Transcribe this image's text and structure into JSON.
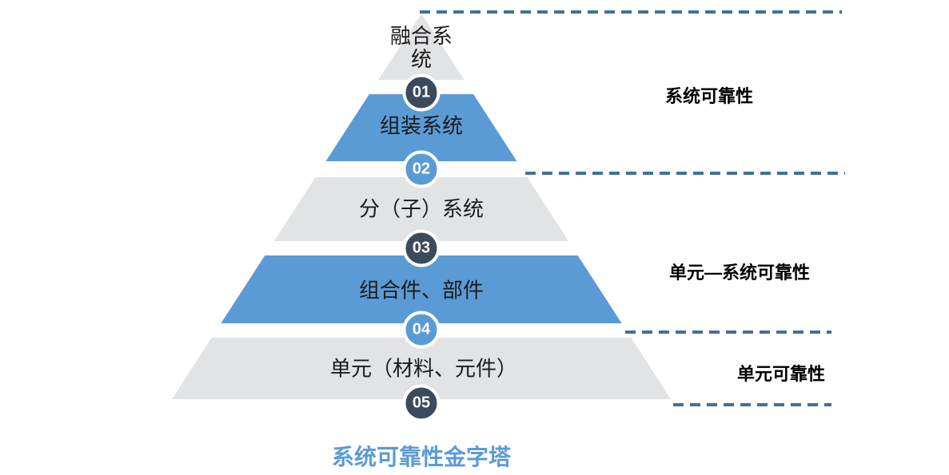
{
  "diagram": {
    "title": "系统可靠性金字塔",
    "levels": [
      {
        "rank": "01",
        "label": "融合系统",
        "fill": "gray"
      },
      {
        "rank": "02",
        "label": "组装系统",
        "fill": "blue"
      },
      {
        "rank": "03",
        "label": "分（子）系统",
        "fill": "gray"
      },
      {
        "rank": "04",
        "label": "组合件、部件",
        "fill": "blue"
      },
      {
        "rank": "05",
        "label": "单元（材料、元件）",
        "fill": "gray"
      }
    ],
    "side_labels": [
      {
        "text": "系统可靠性"
      },
      {
        "text": "单元—系统可靠性"
      },
      {
        "text": "单元可靠性"
      }
    ],
    "colors": {
      "level_blue": "#5B9BD5",
      "level_gray": "#E2E3E5",
      "badge_navy": "#3C4A5E",
      "badge_blue": "#5B9BD5",
      "dashed_line": "#41719C",
      "title_blue": "#5B9BD5",
      "label_text": "#1A1A1A"
    }
  }
}
